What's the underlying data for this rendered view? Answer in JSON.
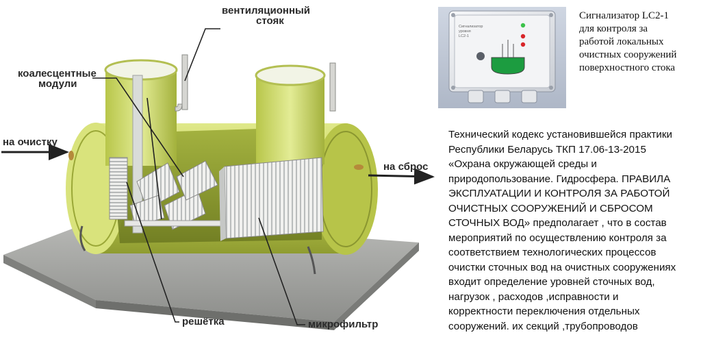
{
  "diagram": {
    "callouts": {
      "vent_riser": [
        "вентиляционный",
        "стояк"
      ],
      "coalescent_modules": [
        "коалесцентные",
        "модули"
      ],
      "inlet": "на очистку",
      "outlet": "на сброс",
      "grate": "решётка",
      "microfilter": "микрофильтр"
    }
  },
  "device": {
    "label_lines": [
      "Сигнализатор",
      "уровня",
      "LC2-1"
    ],
    "caption_lines": [
      "Сигнализатор LC2-1",
      "для контроля за",
      "работой локальных",
      "очистных сооружений",
      "поверхностного стока"
    ]
  },
  "standard_text_lines": [
    "Технический кодекс установившейся практики",
    "Республики Беларусь ТКП  17.06-13-2015",
    "«Охрана окружающей среды и",
    "природопользование. Гидросфера. ПРАВИЛА",
    "ЭКСПЛУАТАЦИИ И КОНТРОЛЯ ЗА РАБОТОЙ",
    "ОЧИСТНЫХ СООРУЖЕНИЙ И СБРОСОМ",
    "СТОЧНЫХ ВОД» предполагает , что   в состав",
    "мероприятий по осуществлению контроля за",
    "соответствием технологических процессов",
    "очистки сточных вод на очистных сооружениях",
    "входит определение уровней сточных вод,",
    "нагрузок , расходов ,исправности и",
    "корректности переключения отдельных",
    "сооружений. их секций ,трубопроводов"
  ],
  "colors": {
    "tank_body": "#c9d65a",
    "tank_shadow": "#93a133",
    "slab": "#a9aaa8",
    "indicator_green": "#3cc24a",
    "indicator_red": "#d8262a"
  }
}
